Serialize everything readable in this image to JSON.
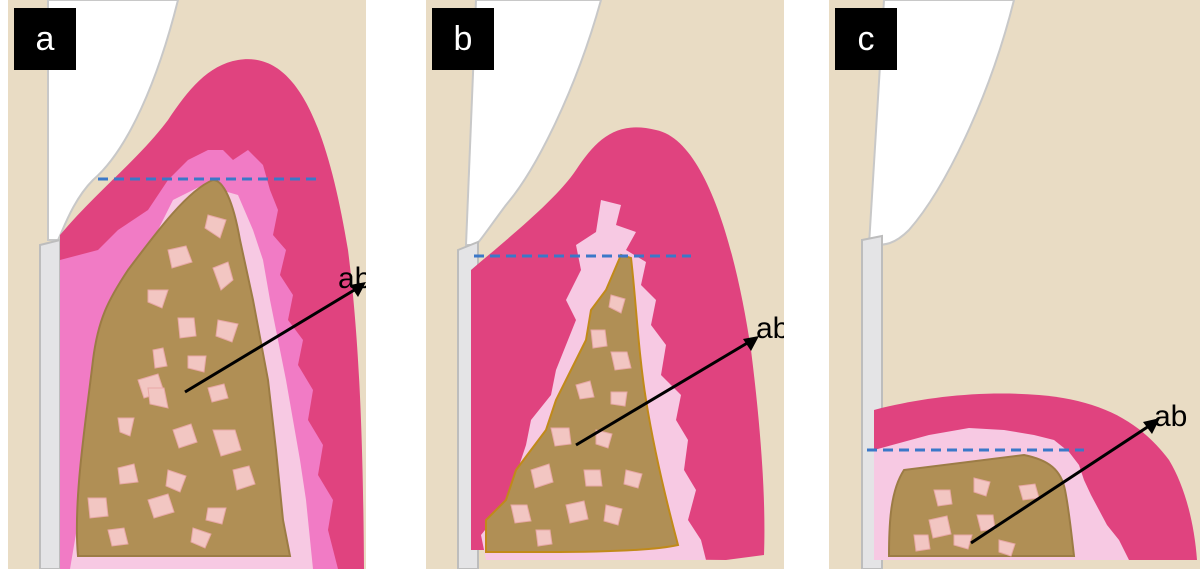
{
  "panels": [
    {
      "id": "a",
      "label": "a",
      "arrow_label": "ab"
    },
    {
      "id": "b",
      "label": "b",
      "arrow_label": "ab"
    },
    {
      "id": "c",
      "label": "c",
      "arrow_label": "ab"
    }
  ],
  "colors": {
    "background": "#e9dcc4",
    "gingiva_outer": "#e0437f",
    "gingiva_inner": "#f17bc5",
    "connective_pale": "#f7c9e3",
    "bone": "#b08f55",
    "bone_particle": "#f2c6c2",
    "tooth": "#e9e9eb",
    "reference_line": "#3b78c8",
    "arrow": "#000000"
  }
}
